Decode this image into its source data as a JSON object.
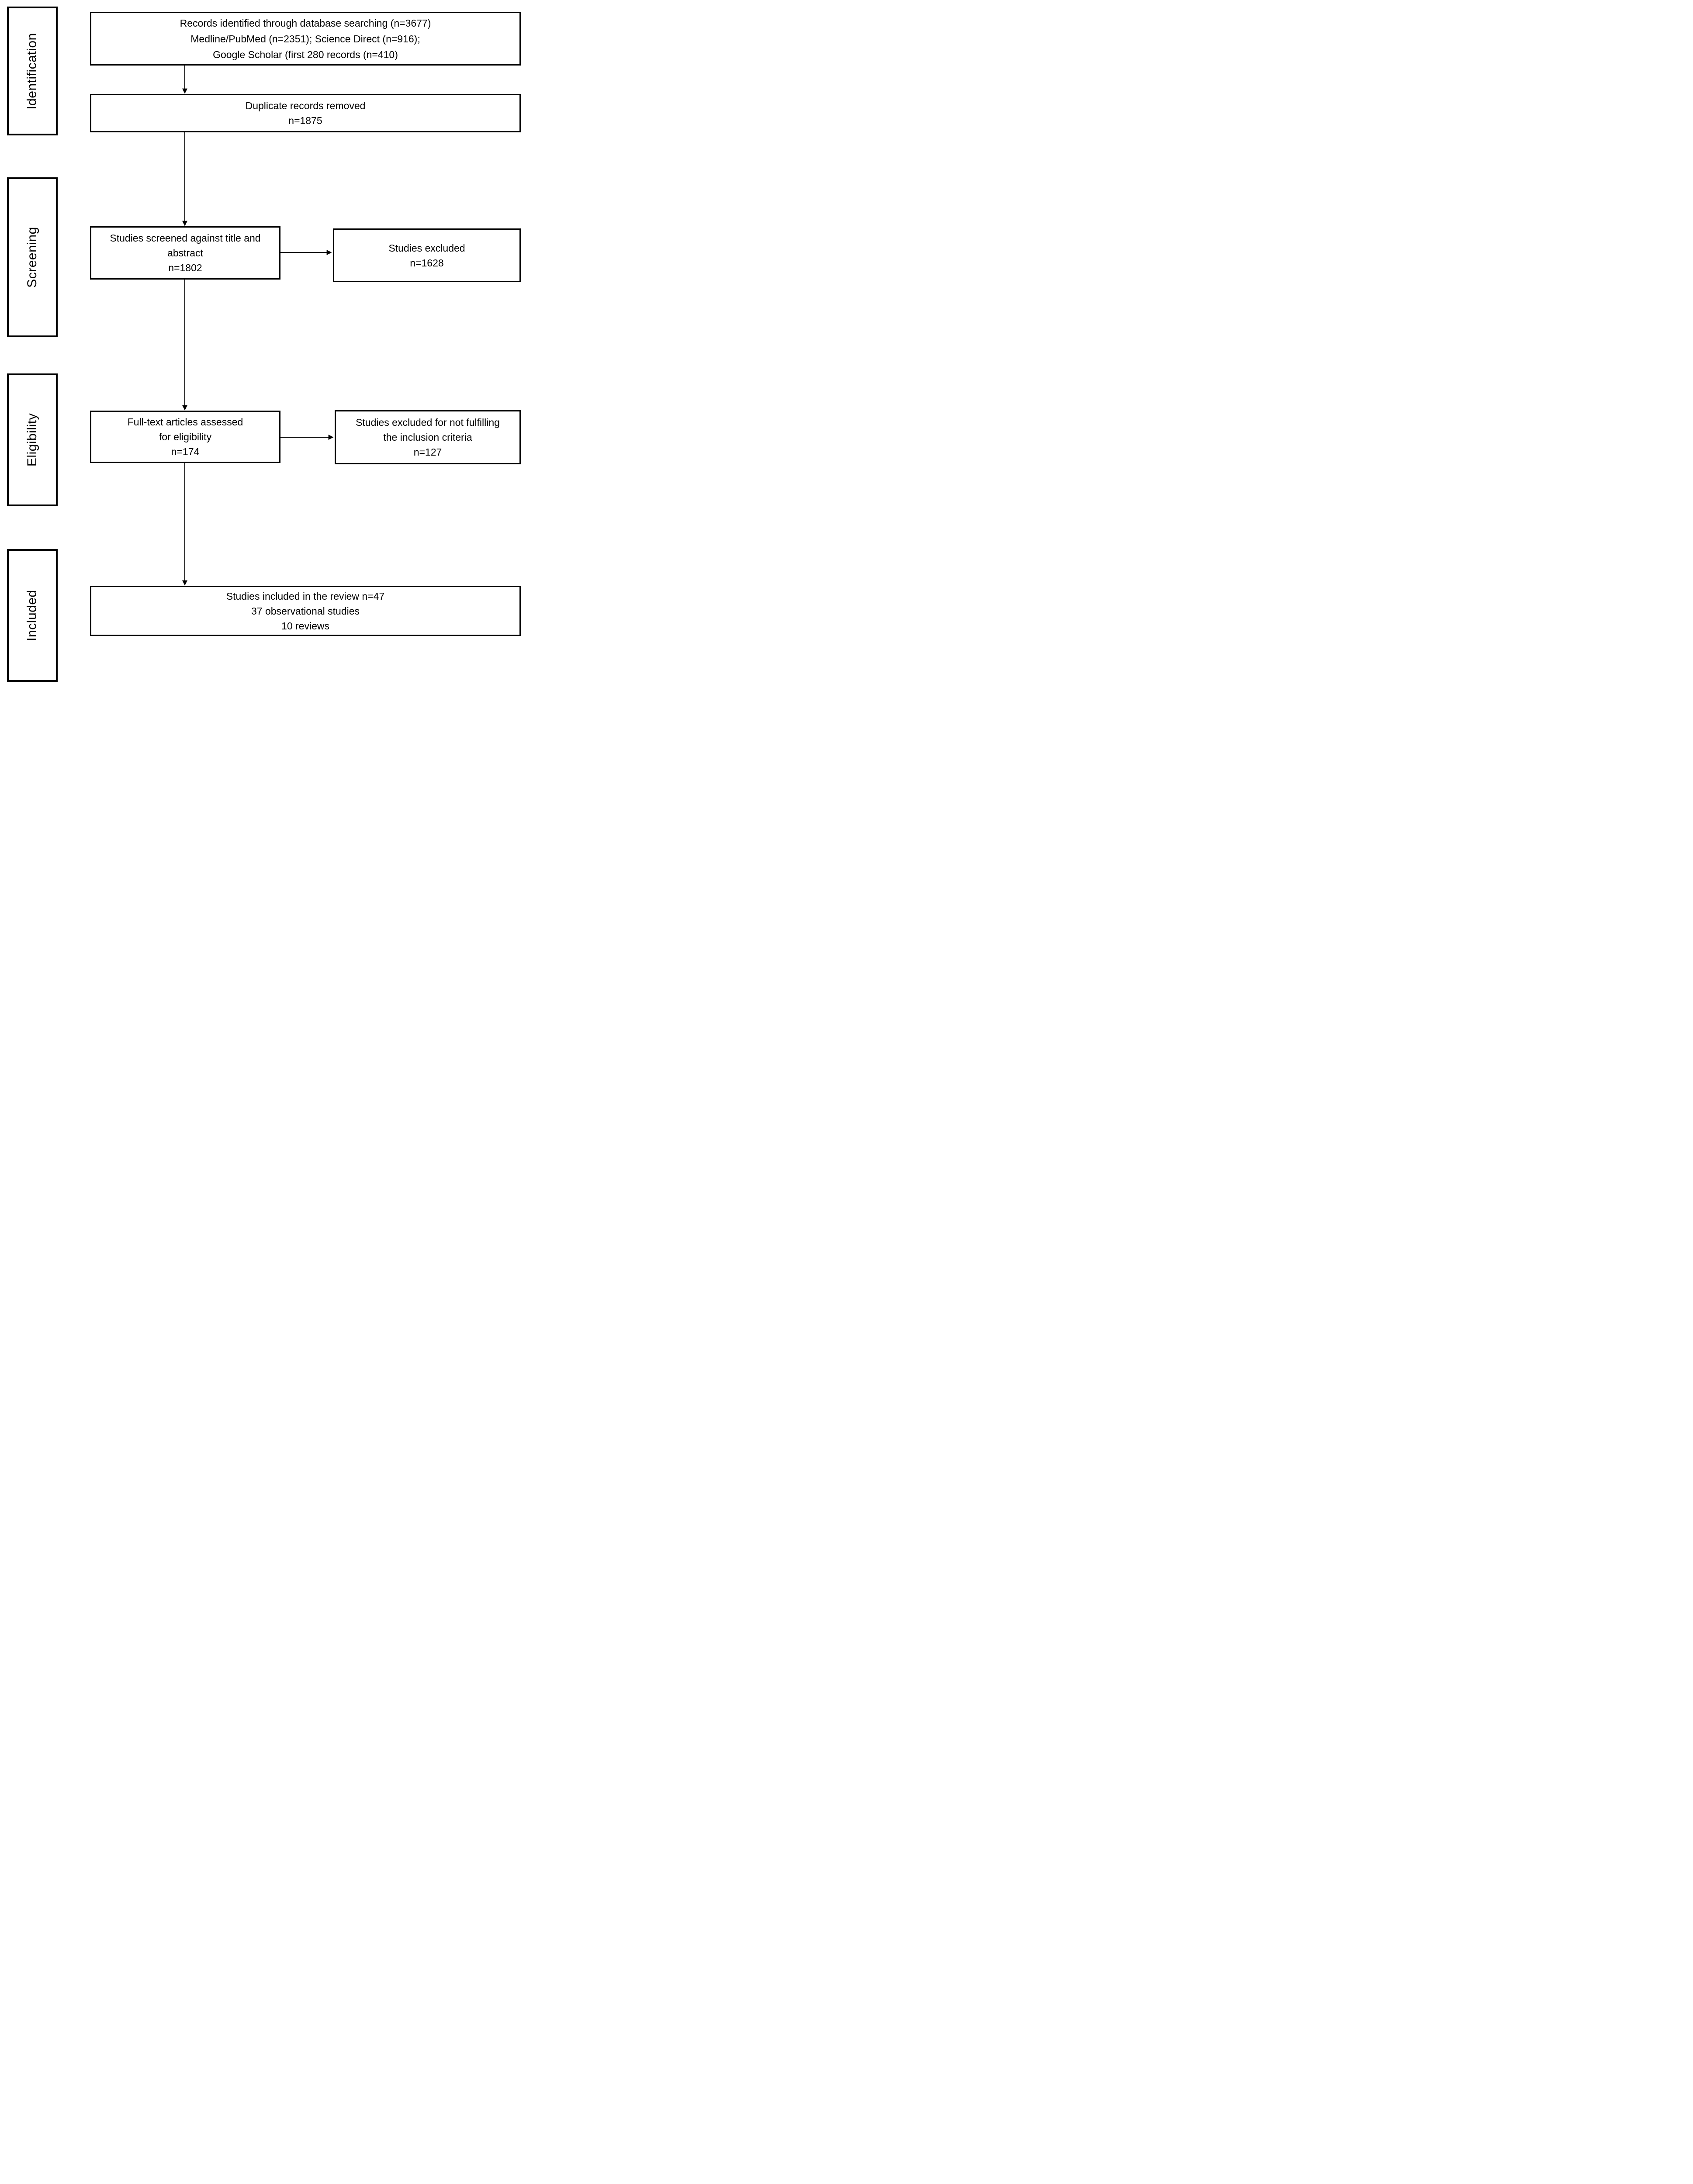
{
  "sidebar": {
    "stages": [
      {
        "id": "identification",
        "label": "Identification"
      },
      {
        "id": "screening",
        "label": "Screening"
      },
      {
        "id": "eligibility",
        "label": "Eligibility"
      },
      {
        "id": "included",
        "label": "Included"
      }
    ]
  },
  "boxes": {
    "identified": {
      "line1": "Records identified through database searching (n=3677)",
      "line2": "Medline/PubMed (n=2351); Science Direct (n=916);",
      "line3": "Google Scholar (first 280 records (n=410)"
    },
    "duplicates": {
      "line1": "Duplicate records removed",
      "line2": "n=1875"
    },
    "screened": {
      "line1": "Studies screened against title and",
      "line2": "abstract",
      "line3": "n=1802"
    },
    "screened_excluded": {
      "line1": "Studies excluded",
      "line2": "n=1628"
    },
    "fulltext": {
      "line1": "Full-text articles assessed",
      "line2": "for eligibility",
      "line3": "n=174"
    },
    "fulltext_excluded": {
      "line1": "Studies excluded for not fulfilling",
      "line2": "the inclusion criteria",
      "line3": "n=127"
    },
    "included": {
      "line1": "Studies included in the review n=47",
      "line2": "37 observational studies",
      "line3": "10 reviews"
    }
  },
  "colors": {
    "stroke": "#000000",
    "background": "#ffffff",
    "text": "#000000"
  }
}
